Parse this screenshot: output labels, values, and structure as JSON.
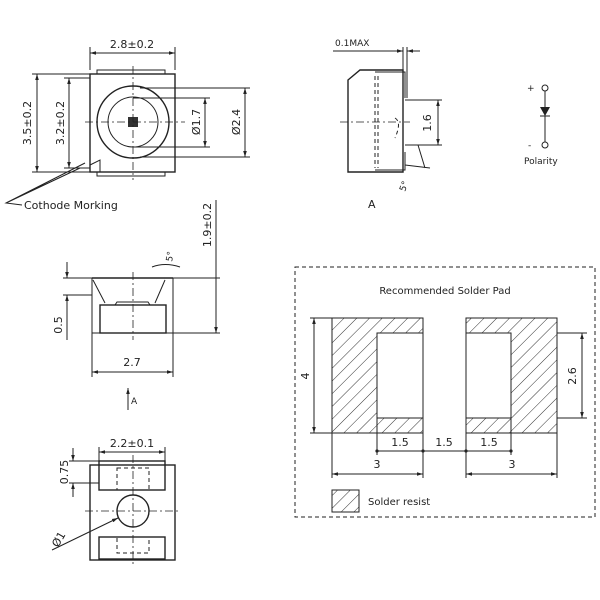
{
  "top_view": {
    "width_dim": "2.8±0.2",
    "outer_height_dim": "3.5±0.2",
    "inner_height_dim": "3.2±0.2",
    "inner_dia_dim": "Ø1.7",
    "outer_dia_dim": "Ø2.4",
    "cathode_label": "Cothode Morking"
  },
  "side_view": {
    "max_dim": "0.1MAX",
    "height_dim": "1.6",
    "angle_dim": "5°",
    "view_label": "A"
  },
  "polarity": {
    "plus": "+",
    "minus": "-",
    "label": "Polarity"
  },
  "front_view": {
    "height_dim": "1.9±0.2",
    "step_dim": "0.5",
    "width_dim": "2.7",
    "angle_dim": "5°",
    "view_arrow_label": "A"
  },
  "bottom_view": {
    "pad_width_dim": "2.2±0.1",
    "pad_height_dim": "0.75",
    "hole_dim": "Ø1"
  },
  "solder_pad": {
    "title": "Recommended Solder Pad",
    "height_dim": "4",
    "window_height_dim": "2.6",
    "left_window_dim": "1.5",
    "gap_dim": "1.5",
    "right_window_dim": "1.5",
    "left_pad_dim": "3",
    "right_pad_dim": "3",
    "legend_label": "Solder resist"
  }
}
